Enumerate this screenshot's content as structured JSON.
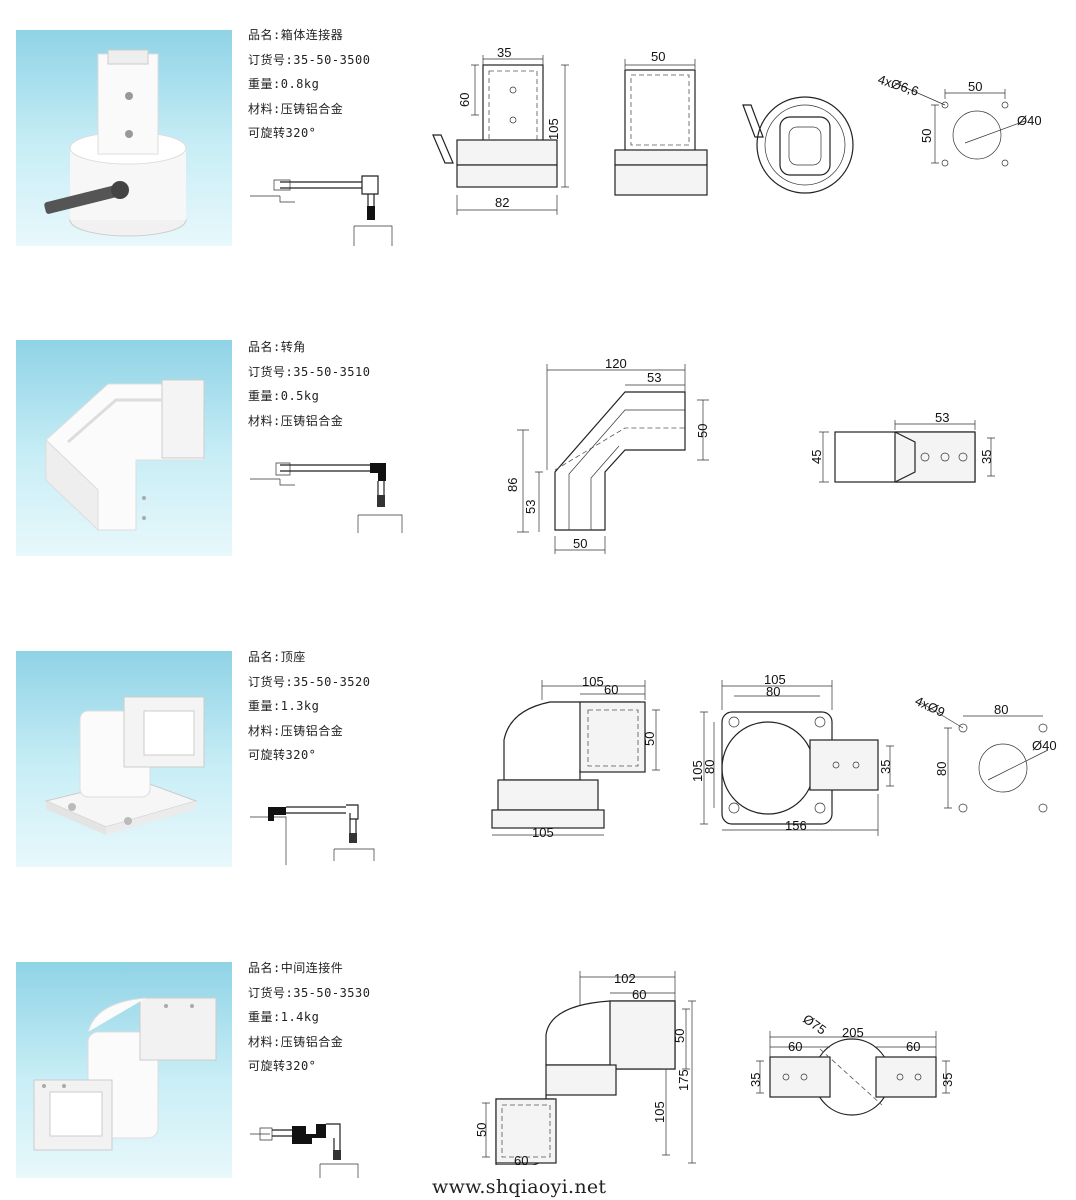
{
  "products": [
    {
      "name": "品名:箱体连接器",
      "order": "订货号:35-50-3500",
      "weight": "重量:0.8kg",
      "material": "材料:压铸铝合金",
      "rotate": "可旋转320°",
      "dims": {
        "a": "35",
        "b": "60",
        "c": "105",
        "d": "82",
        "e": "50",
        "f": "4xØ6,6",
        "g": "50",
        "h": "Ø40",
        "i": "50"
      }
    },
    {
      "name": "品名:转角",
      "order": "订货号:35-50-3510",
      "weight": "重量:0.5kg",
      "material": "材料:压铸铝合金",
      "dims": {
        "a": "120",
        "b": "53",
        "c": "50",
        "d": "86",
        "e": "53",
        "f": "50",
        "g": "53",
        "h": "45",
        "i": "35"
      }
    },
    {
      "name": "品名:顶座",
      "order": "订货号:35-50-3520",
      "weight": "重量:1.3kg",
      "material": "材料:压铸铝合金",
      "rotate": "可旋转320°",
      "dims": {
        "a": "105",
        "b": "60",
        "c": "50",
        "d": "105",
        "e": "105",
        "f": "80",
        "g": "105",
        "h": "80",
        "i": "35",
        "j": "156",
        "k": "4xØ9",
        "l": "80",
        "m": "80",
        "n": "Ø40"
      }
    },
    {
      "name": "品名:中间连接件",
      "order": "订货号:35-50-3530",
      "weight": "重量:1.4kg",
      "material": "材料:压铸铝合金",
      "rotate": "可旋转320°",
      "dims": {
        "a": "102",
        "b": "60",
        "c": "50",
        "d": "105",
        "e": "175",
        "f": "50",
        "g": "60",
        "h": "Ø75",
        "i": "205",
        "j": "60",
        "k": "60",
        "l": "35",
        "m": "35"
      }
    }
  ],
  "footer": "www.shqiaoyi.net"
}
